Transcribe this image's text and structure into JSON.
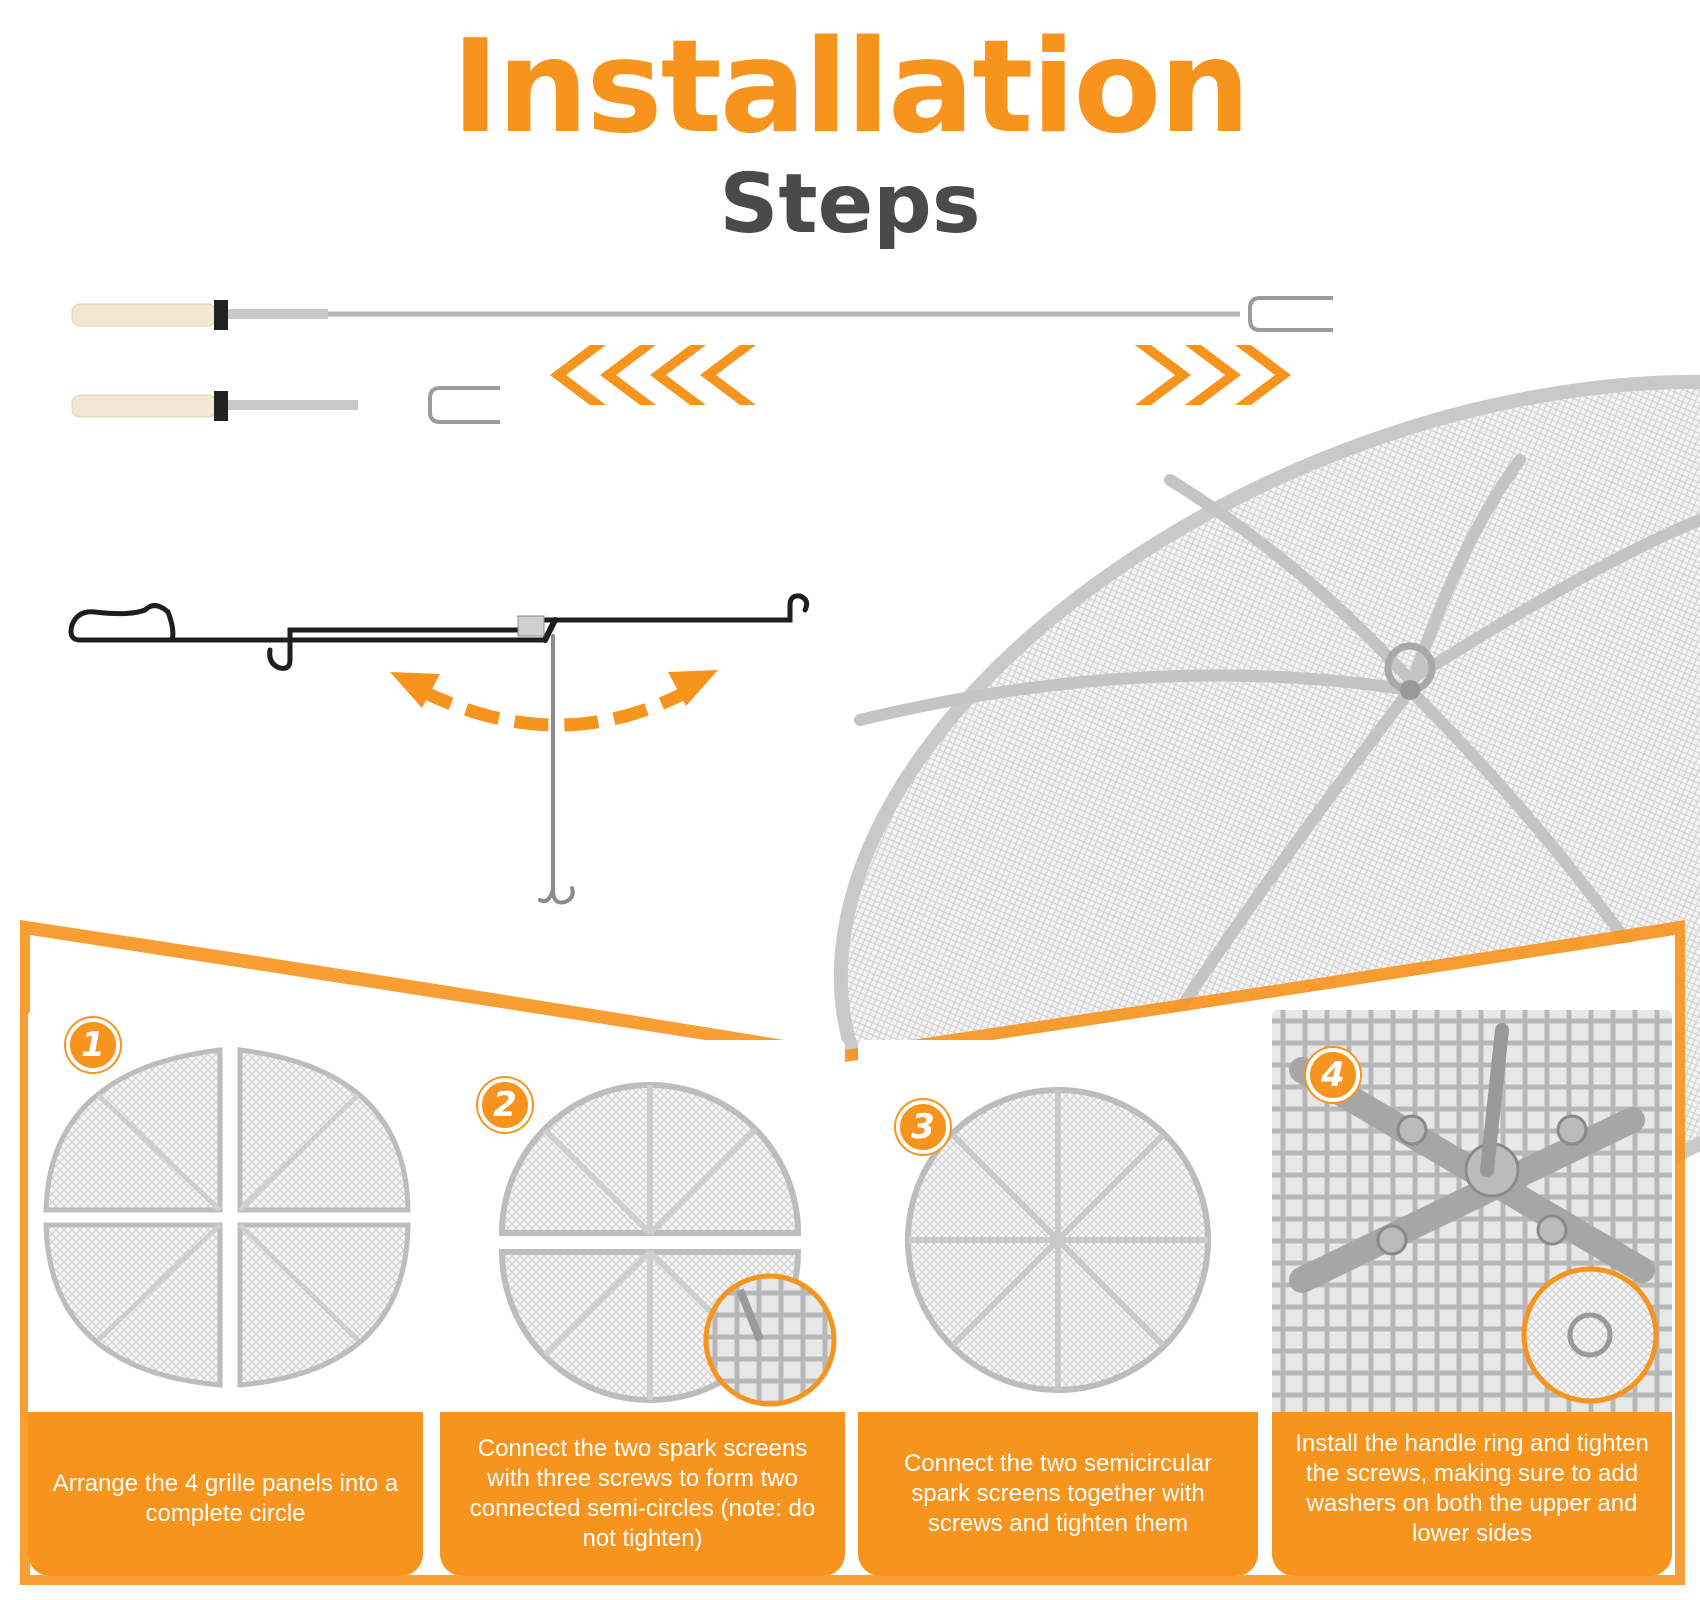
{
  "header": {
    "title": "Installation",
    "subtitle": "Steps"
  },
  "colors": {
    "accent": "#f7941d",
    "subtitle": "#4a4a4a",
    "mesh": "#d9d9d9"
  },
  "icons": {
    "left_arrows": "chevrons-left-icon",
    "right_arrows": "chevrons-right-icon",
    "swivel": "curved-double-arrow-icon"
  },
  "steps": [
    {
      "number": "1",
      "text": "Arrange the 4 grille panels into a complete circle"
    },
    {
      "number": "2",
      "text": "Connect the two spark screens with three screws to form two connected semi-circles (note: do not tighten)"
    },
    {
      "number": "3",
      "text": "Connect the two semicircular spark screens together with screws and tighten them"
    },
    {
      "number": "4",
      "text": "Install the handle ring and tighten the screws, making sure to add washers on both the upper and lower sides"
    }
  ]
}
